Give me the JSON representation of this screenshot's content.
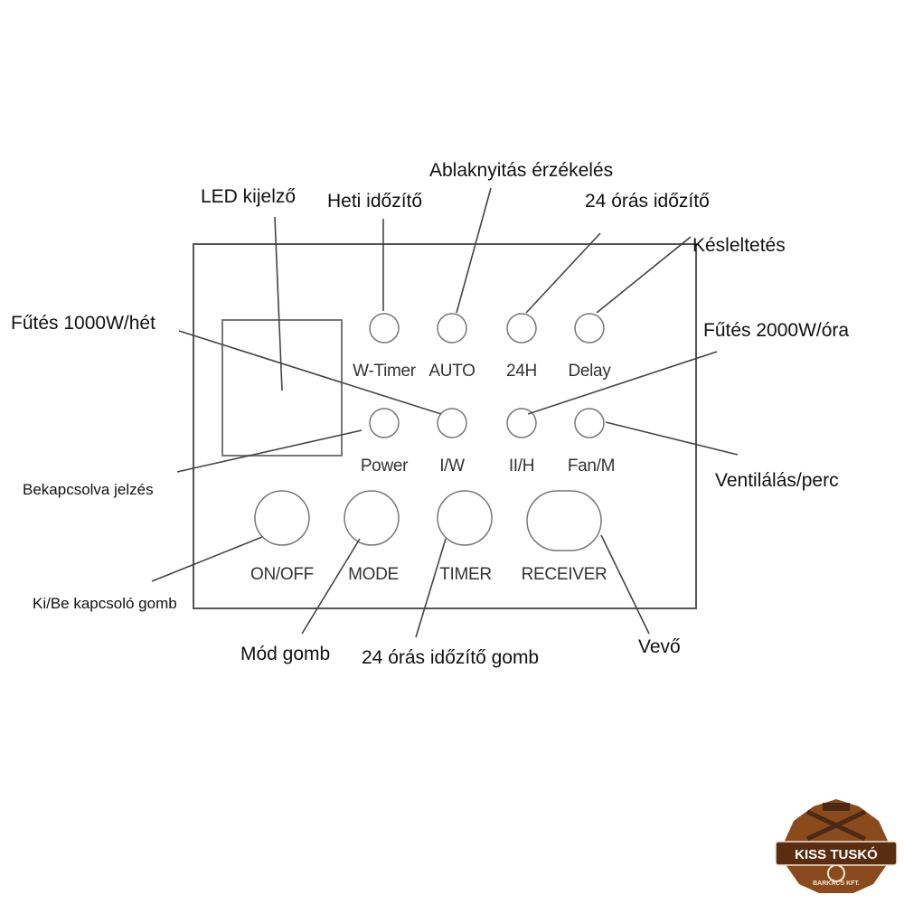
{
  "panel_labels": {
    "w_timer": "W-Timer",
    "auto": "AUTO",
    "h24": "24H",
    "delay": "Delay",
    "power": "Power",
    "iw": "I/W",
    "iih": "II/H",
    "fanm": "Fan/M",
    "onoff": "ON/OFF",
    "mode": "MODE",
    "timer": "TIMER",
    "receiver": "RECEIVER"
  },
  "callouts": {
    "led_display": "LED kijelző",
    "weekly_timer": "Heti időzítő",
    "window_detect": "Ablaknyitás érzékelés",
    "timer_24h": "24 órás időzítő",
    "delay": "Késleltetés",
    "heat_1000": "Fűtés 1000W/hét",
    "heat_2000": "Fűtés 2000W/óra",
    "power_indicator": "Bekapcsolva jelzés",
    "ventilation": "Ventilálás/perc",
    "onoff_button": "Ki/Be kapcsoló gomb",
    "mode_button": "Mód gomb",
    "timer_button": "24 órás időzítő gomb",
    "receiver": "Vevő"
  },
  "logo": {
    "name": "KISS TUSKÓ",
    "sub": "BARKÁCS KFT."
  },
  "colors": {
    "line": "#444444",
    "panel_border": "#555555",
    "button_border": "#777777",
    "logo_brown": "#8b4a1c",
    "logo_dark": "#4a2a14"
  }
}
